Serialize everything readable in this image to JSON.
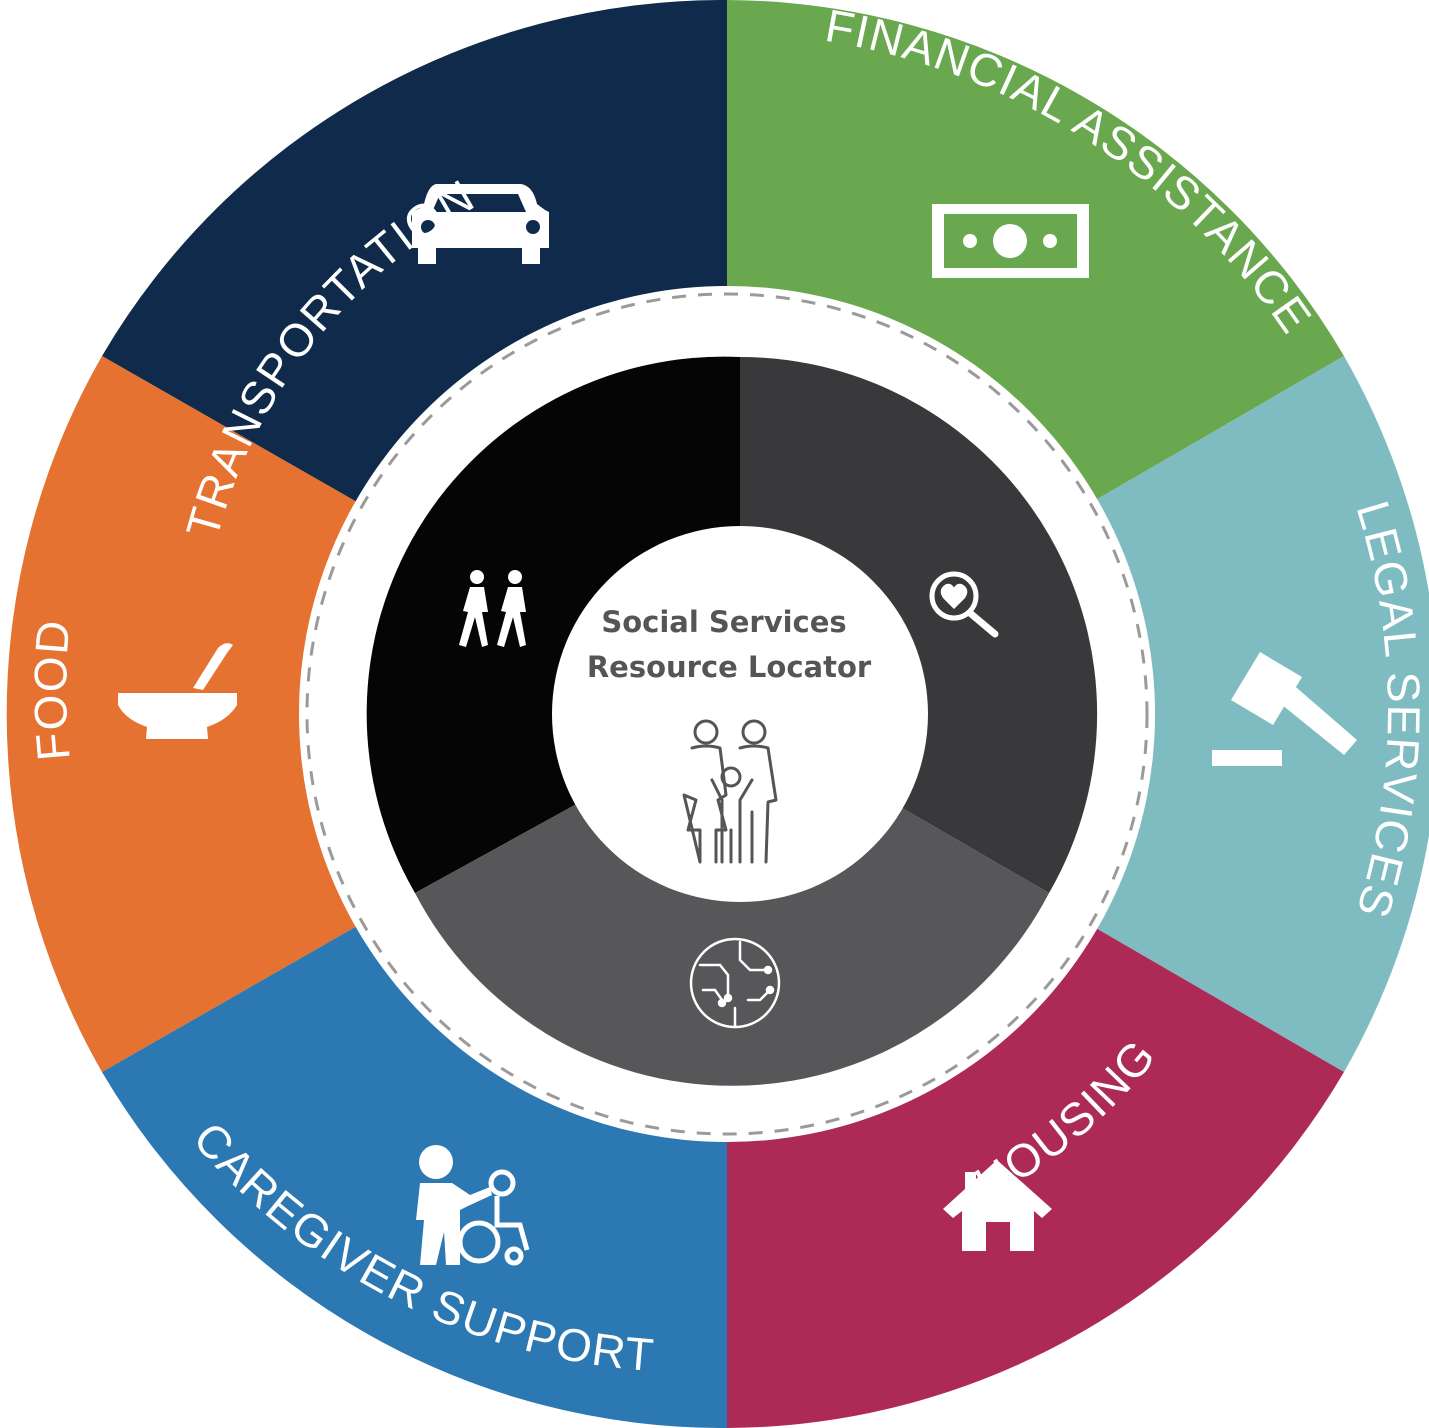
{
  "center": {
    "title_line1": "Social Services",
    "title_line2": "Resource Locator",
    "icon": "family-icon"
  },
  "segments": [
    {
      "key": "transportation",
      "label": "TRANSPORTATION",
      "color": "#0f2a4a",
      "icon": "car-icon"
    },
    {
      "key": "financial",
      "label": "FINANCIAL ASSISTANCE",
      "color": "#6aa84f",
      "icon": "money-icon"
    },
    {
      "key": "legal",
      "label": "LEGAL SERVICES",
      "color": "#7fbcc2",
      "icon": "gavel-icon"
    },
    {
      "key": "housing",
      "label": "HOUSING",
      "color": "#ac2a55",
      "icon": "house-icon"
    },
    {
      "key": "caregiver",
      "label": "CAREGIVER SUPPORT",
      "color": "#2b78b2",
      "icon": "caregiver-icon"
    },
    {
      "key": "food",
      "label": "FOOD",
      "color": "#e57230",
      "icon": "mortar-pestle-icon"
    }
  ],
  "inner_sectors": [
    {
      "key": "walkers",
      "color": "#050505",
      "icon": "walking-people-icon"
    },
    {
      "key": "search",
      "color": "#39393b",
      "icon": "heart-search-icon"
    },
    {
      "key": "tech",
      "color": "#57575a",
      "icon": "circuit-brain-icon"
    }
  ],
  "ring": {
    "color": "#ffffff",
    "dash_color": "#9a9a9a"
  }
}
